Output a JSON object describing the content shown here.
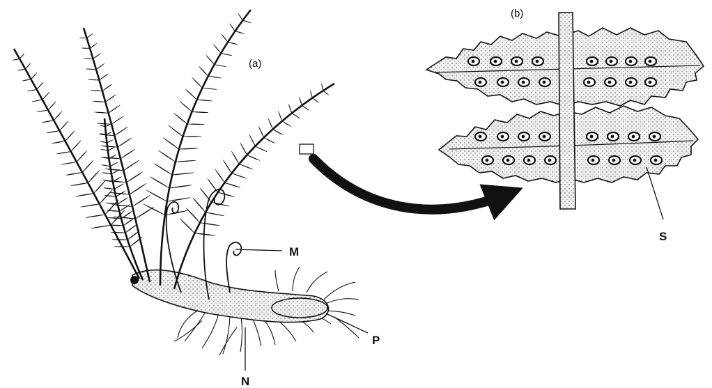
{
  "figure": {
    "panel_a_label": "(a)",
    "panel_b_label": "(b)",
    "labels": {
      "m": "M",
      "p": "P",
      "n": "N",
      "s": "S"
    }
  },
  "colors": {
    "ink": "#111111",
    "paper": "#ffffff",
    "stipple": "#d8d8d8"
  }
}
